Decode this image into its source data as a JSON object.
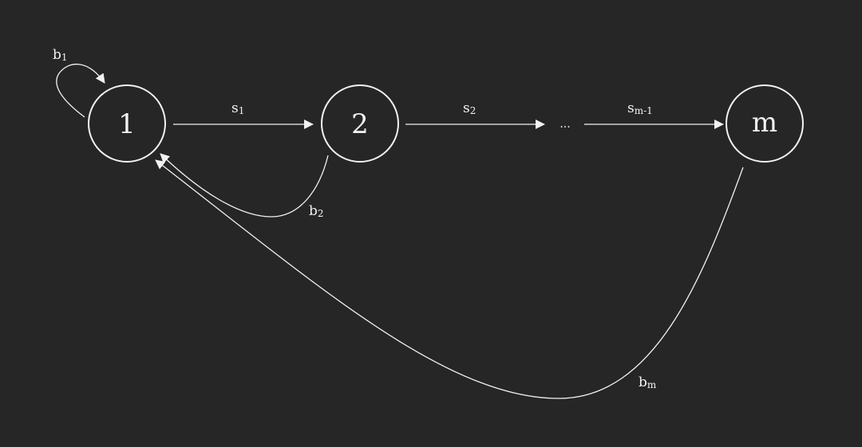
{
  "diagram": {
    "nodes": [
      {
        "id": "1",
        "label": "1"
      },
      {
        "id": "2",
        "label": "2"
      },
      {
        "id": "m",
        "label": "m"
      }
    ],
    "ellipsis": "...",
    "edges": {
      "s1": {
        "base": "s",
        "sub": "1",
        "from": "1",
        "to": "2"
      },
      "s2": {
        "base": "s",
        "sub": "2",
        "from": "2",
        "to": "..."
      },
      "sm1": {
        "base": "s",
        "sub": "m-1",
        "from": "...",
        "to": "m"
      },
      "b1": {
        "base": "b",
        "sub": "1",
        "from": "1",
        "to": "1"
      },
      "b2": {
        "base": "b",
        "sub": "2",
        "from": "2",
        "to": "1"
      },
      "bm": {
        "base": "b",
        "sub": "m",
        "from": "m",
        "to": "1"
      }
    }
  },
  "colors": {
    "background": "#262626",
    "foreground": "#f2f2f2"
  }
}
